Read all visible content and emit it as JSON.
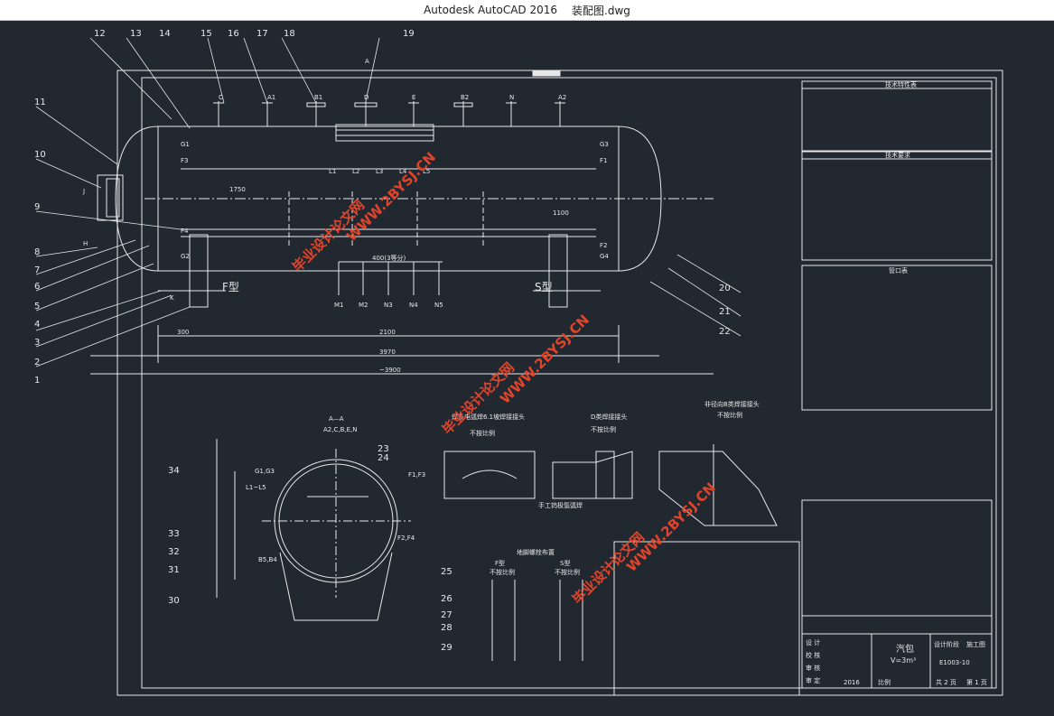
{
  "window": {
    "app_title": "Autodesk AutoCAD 2016",
    "file_name": "装配图.dwg"
  },
  "colors": {
    "background": "#222830",
    "line": "#e8e8e8",
    "watermark": "#e0452c"
  },
  "drawing": {
    "balloon_numbers_top": [
      "12",
      "13",
      "14",
      "15",
      "16",
      "17",
      "18",
      "19"
    ],
    "balloon_numbers_left": [
      "11",
      "10",
      "9",
      "8",
      "7",
      "6",
      "5",
      "4",
      "3",
      "2",
      "1"
    ],
    "balloon_numbers_right": [
      "20",
      "21",
      "22"
    ],
    "balloon_numbers_section": [
      "34",
      "33",
      "32",
      "31",
      "30",
      "23",
      "24",
      "25",
      "26",
      "27",
      "28",
      "29"
    ],
    "nozzle_labels_top": [
      "C",
      "A1",
      "B1",
      "D",
      "E",
      "B2",
      "N",
      "A2"
    ],
    "nozzle_labels_bottom": [
      "M1",
      "M2",
      "N3",
      "N4",
      "N5"
    ],
    "inner_labels": [
      "L1",
      "L2",
      "L3",
      "L4",
      "L5"
    ],
    "side_labels": [
      "G1",
      "F3",
      "G3",
      "F1",
      "F4",
      "G2",
      "G4",
      "F2",
      "J",
      "H",
      "K"
    ],
    "section_mark": "A",
    "support_f": "F型",
    "support_s": "S型",
    "dims": {
      "overall": "3970",
      "total": "~3900",
      "d1": "1750",
      "d2": "1100",
      "d3": "2100",
      "d4": "300",
      "d5": "400(3等分)"
    },
    "section_title": "A—A",
    "section_top_label": "A2,C,B,E,N",
    "section_side_labels": [
      "G1,G3",
      "L1~L5",
      "F1,F3",
      "F2,F4",
      "B5,B4"
    ],
    "detail_titles": [
      "焊条电弧焊6.1坡焊接接头",
      "D类焊接接头",
      "非径向B类焊接接头"
    ],
    "detail_scale": "不按比例",
    "detail_note": "手工钨极氩弧焊",
    "support_section_title": "地脚螺栓布置",
    "support_f_detail": "F型",
    "support_s_detail": "S型",
    "tables": {
      "tech_char_title": "技术特性表",
      "tech_req_title": "技术要求",
      "nozzle_table_title": "管口表"
    },
    "title_block": {
      "name": "汽包",
      "volume": "V=3m³",
      "drawing_no": "E1003-10",
      "sheet": "共 2 页",
      "page": "第 1 页",
      "row_labels": [
        "设 计",
        "校 核",
        "审 核",
        "审 定"
      ],
      "stage": "设计阶段",
      "stage_value": "施工图",
      "scale_label": "比例",
      "date": "2016"
    },
    "watermark": "毕业设计论文网",
    "watermark_url": "WWW.2BYSJ.CN"
  }
}
